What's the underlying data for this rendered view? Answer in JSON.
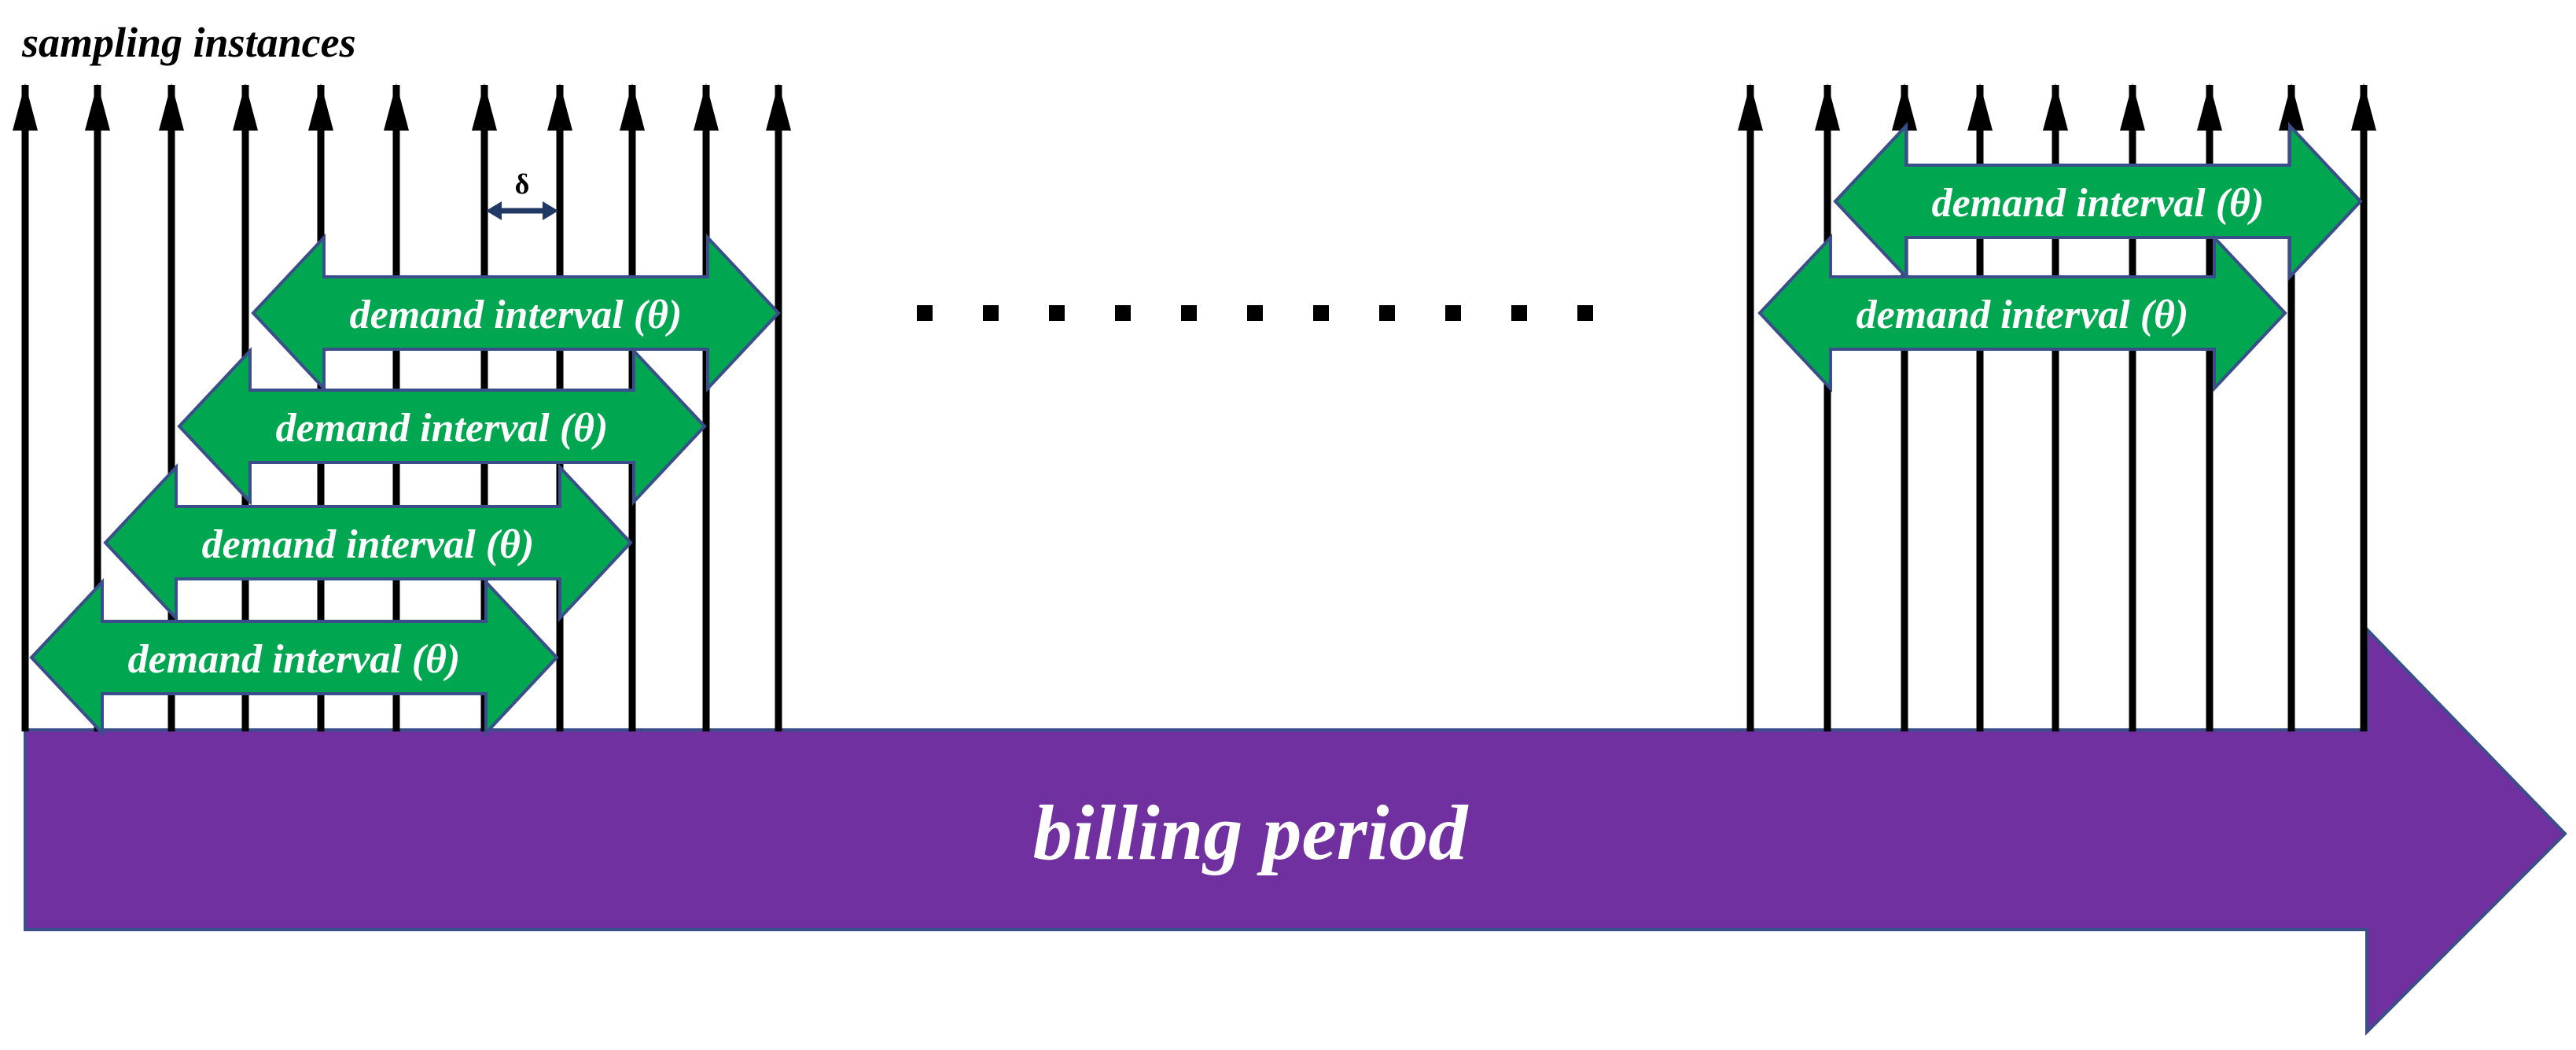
{
  "diagram": {
    "header_label": "sampling instances",
    "delta_label": "δ",
    "billing_label": "billing period",
    "interval_label": "demand interval (θ)",
    "ellipsis": ". . . . . . . . . . .",
    "colors": {
      "interval_fill": "#00A650",
      "interval_stroke": "#3A4F8A",
      "billing_fill": "#7030A0",
      "billing_stroke": "#3A4F8A",
      "sampling_line": "#000000",
      "delta_arrow": "#1F3864"
    }
  }
}
